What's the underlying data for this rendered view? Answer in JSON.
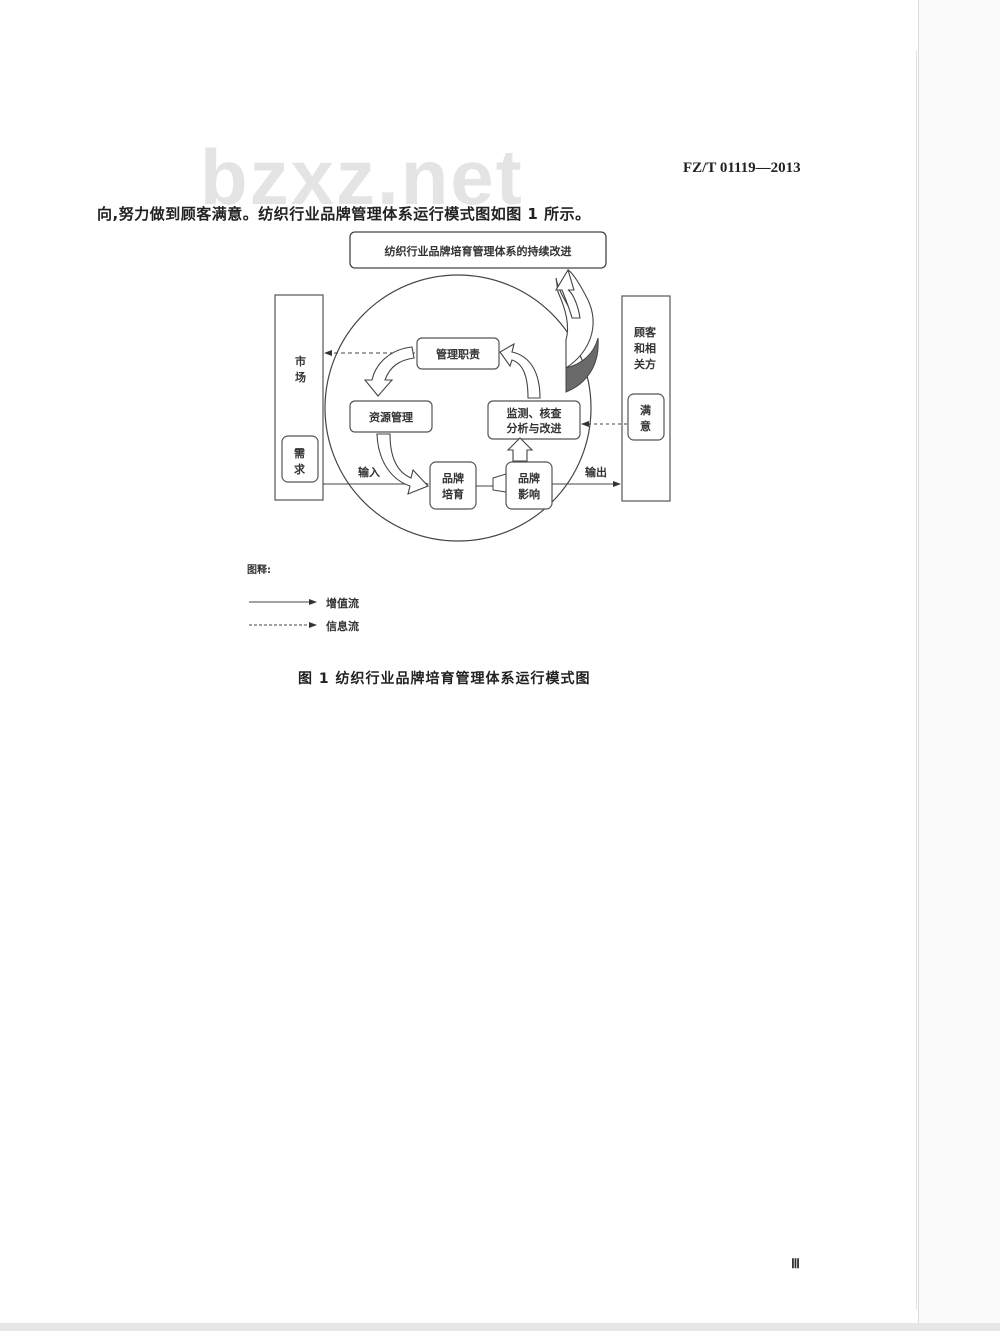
{
  "header": {
    "watermark": "bzxz.net",
    "standard_number": "FZ/T 01119—2013"
  },
  "body_text": {
    "intro": "向,努力做到顾客满意。纺织行业品牌管理体系运行模式图如图 1 所示。"
  },
  "diagram": {
    "top_box": "纺织行业品牌培育管理体系的持续改进",
    "left_column": {
      "title_line1": "市",
      "title_line2": "场",
      "inner_box_line1": "需",
      "inner_box_line2": "求"
    },
    "right_column": {
      "title_line1": "顾客",
      "title_line2": "和相",
      "title_line3": "关方",
      "inner_box_line1": "满",
      "inner_box_line2": "意"
    },
    "nodes": {
      "management_duty": "管理职责",
      "resource_management": "资源管理",
      "monitoring_line1": "监测、核查",
      "monitoring_line2": "分析与改进",
      "brand_cultivation_line1": "品牌",
      "brand_cultivation_line2": "培育",
      "brand_influence_line1": "品牌",
      "brand_influence_line2": "影响"
    },
    "flow_labels": {
      "input": "输入",
      "output": "输出"
    }
  },
  "legend": {
    "title": "图释:",
    "items": [
      {
        "style": "solid",
        "label": "增值流"
      },
      {
        "style": "dashed",
        "label": "信息流"
      }
    ]
  },
  "caption": "图 1   纺织行业品牌培育管理体系运行模式图",
  "footer": {
    "page_number": "Ⅲ"
  },
  "colors": {
    "page": "#ffffff",
    "background": "#ececec",
    "ink": "#333333",
    "shaded_arrow": "#6a6a6a"
  }
}
